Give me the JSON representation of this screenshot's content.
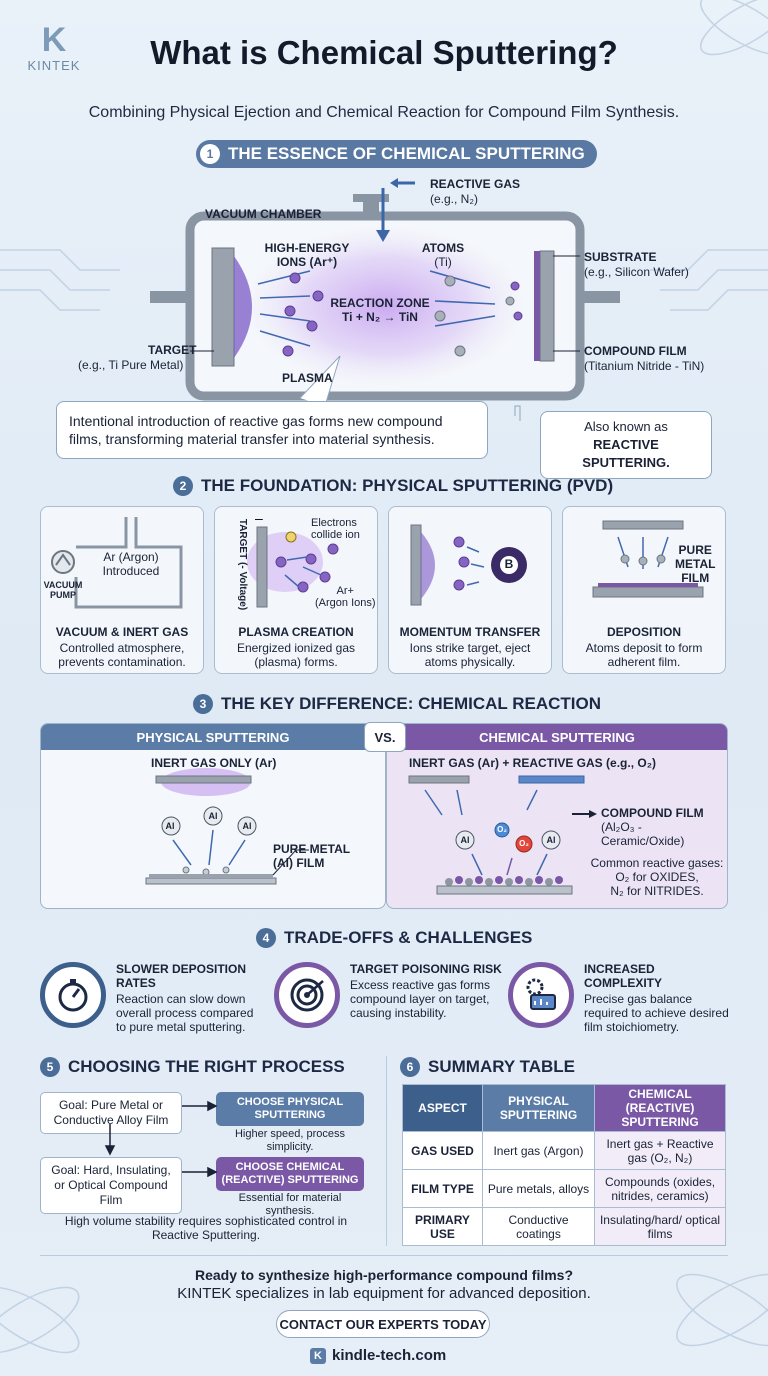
{
  "brand": {
    "name": "KINTEK",
    "mark": "K"
  },
  "title": "What is Chemical Sputtering?",
  "subtitle": "Combining Physical Ejection and Chemical Reaction for Compound Film Synthesis.",
  "s1": {
    "num": "1",
    "heading": "THE ESSENCE OF CHEMICAL SPUTTERING",
    "reactive_gas": "REACTIVE GAS",
    "reactive_gas_eg": "(e.g., N₂)",
    "vacuum_chamber": "VACUUM CHAMBER",
    "ions": "HIGH-ENERGY",
    "ions2": "IONS (Ar⁺)",
    "atoms": "ATOMS",
    "atoms2": "(Ti)",
    "substrate": "SUBSTRATE",
    "substrate_eg": "(e.g., Silicon Wafer)",
    "reaction_zone": "REACTION ZONE",
    "reaction": "Ti + N₂ → TiN",
    "target": "TARGET",
    "target_eg": "(e.g., Ti Pure Metal)",
    "compound_film": "COMPOUND FILM",
    "compound_film_eg": "(Titanium Nitride - TiN)",
    "plasma": "PLASMA",
    "callout": "Intentional introduction of reactive gas forms new compound films, transforming material transfer into material synthesis.",
    "aka": "Also known as",
    "aka_bold": "REACTIVE SPUTTERING."
  },
  "s2": {
    "num": "2",
    "heading": "THE FOUNDATION: PHYSICAL SPUTTERING (PVD)",
    "cards": [
      {
        "title": "VACUUM & INERT GAS",
        "desc": "Controlled atmosphere, prevents contamination.",
        "l1": "Ar (Argon)",
        "l2": "Introduced",
        "l3": "VACUUM",
        "l4": "PUMP"
      },
      {
        "title": "PLASMA CREATION",
        "desc": "Energized ionized gas (plasma) forms.",
        "l1": "Electrons",
        "l2": "collide ion",
        "l3": "Ar+",
        "l4": "(Argon Ions)",
        "l5": "TARGET",
        "l6": "(- Voltage)"
      },
      {
        "title": "MOMENTUM TRANSFER",
        "desc": "Ions strike target, eject atoms physically.",
        "l1": "B"
      },
      {
        "title": "DEPOSITION",
        "desc": "Atoms deposit to form adherent film.",
        "l1": "PURE",
        "l2": "METAL",
        "l3": "FILM"
      }
    ]
  },
  "s3": {
    "num": "3",
    "heading": "THE KEY DIFFERENCE: CHEMICAL REACTION",
    "left_header": "PHYSICAL SPUTTERING",
    "vs": "VS.",
    "right_header": "CHEMICAL SPUTTERING",
    "left_gas": "INERT GAS ONLY (Ar)",
    "left_film": "PURE METAL",
    "left_film2": "(Al) FILM",
    "atom": "Al",
    "o2": "O₂",
    "right_gas": "INERT GAS (Ar) + REACTIVE GAS (e.g., O₂)",
    "right_film": "COMPOUND FILM",
    "right_film2": "(Al₂O₃ - Ceramic/Oxide)",
    "common": "Common reactive gases:",
    "common2": "O₂ for OXIDES,",
    "common3": "N₂ for NITRIDES."
  },
  "s4": {
    "num": "4",
    "heading": "TRADE-OFFS & CHALLENGES",
    "items": [
      {
        "title": "SLOWER DEPOSITION RATES",
        "desc": "Reaction can slow down overall process compared to pure metal sputtering.",
        "icon": "stopwatch-icon"
      },
      {
        "title": "TARGET POISONING RISK",
        "desc": "Excess reactive gas forms compound layer on target, causing instability.",
        "icon": "target-icon"
      },
      {
        "title": "INCREASED COMPLEXITY",
        "desc": "Precise gas balance required to achieve desired film stoichiometry.",
        "icon": "gear-dashboard-icon"
      }
    ]
  },
  "s5": {
    "num": "5",
    "heading": "CHOOSING THE RIGHT PROCESS",
    "goal1": "Goal: Pure Metal or Conductive Alloy Film",
    "choice1": "CHOOSE PHYSICAL SPUTTERING",
    "note1": "Higher speed, process simplicity.",
    "goal2": "Goal: Hard, Insulating, or Optical Compound Film",
    "choice2": "CHOOSE CHEMICAL (REACTIVE) SPUTTERING",
    "note2": "Essential for material synthesis.",
    "footer": "High volume stability requires sophisticated control in Reactive Sputtering."
  },
  "s6": {
    "num": "6",
    "heading": "SUMMARY TABLE",
    "headers": [
      "ASPECT",
      "PHYSICAL SPUTTERING",
      "CHEMICAL (REACTIVE) SPUTTERING"
    ],
    "rows": [
      [
        "GAS USED",
        "Inert gas (Argon)",
        "Inert gas + Reactive gas (O₂, N₂)"
      ],
      [
        "FILM TYPE",
        "Pure metals, alloys",
        "Compounds (oxides, nitrides, ceramics)"
      ],
      [
        "PRIMARY USE",
        "Conductive coatings",
        "Insulating/hard/ optical films"
      ]
    ]
  },
  "footer": {
    "line1": "Ready to synthesize high-performance compound films?",
    "line2": "KINTEK specializes in lab equipment for advanced deposition.",
    "cta": "CONTACT OUR EXPERTS TODAY",
    "site": "kindle-tech.com"
  },
  "colors": {
    "physical": "#5b7ca6",
    "chemical": "#7a58a6",
    "plasma": "#b48ae6",
    "dark": "#1d2944"
  }
}
